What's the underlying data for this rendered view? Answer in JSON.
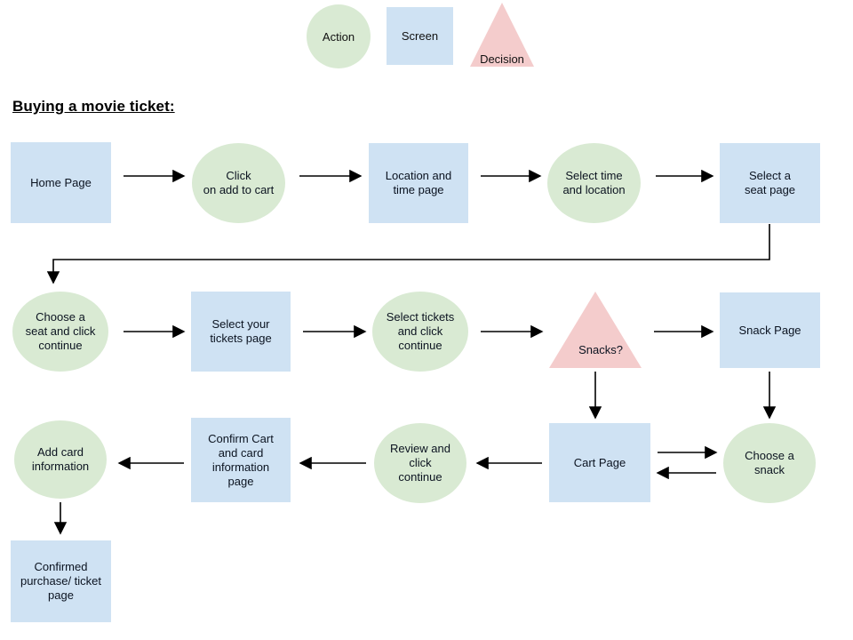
{
  "title": "Buying a movie ticket:",
  "colors": {
    "action": "#d9ead3",
    "screen": "#cfe2f3",
    "decision": "#f4cccc",
    "arrow": "#000000",
    "text": "#0b1320"
  },
  "legend": {
    "action_label": "Action",
    "screen_label": "Screen",
    "decision_label": "Decision"
  },
  "nodes": {
    "home_page": "Home Page",
    "click_add_to_cart": "Click\non add to cart",
    "location_time_page": "Location and\ntime page",
    "select_time_location": "Select time\nand location",
    "select_seat_page": "Select a\nseat page",
    "choose_seat_continue": "Choose a\nseat and click\ncontinue",
    "select_tickets_page": "Select your\ntickets page",
    "select_tickets_continue": "Select tickets\nand click\ncontinue",
    "snacks_decision": "Snacks?",
    "snack_page": "Snack Page",
    "choose_a_snack": "Choose a\nsnack",
    "cart_page": "Cart Page",
    "review_continue": "Review and\nclick\ncontinue",
    "confirm_cart_card_page": "Confirm Cart\nand card\ninformation\npage",
    "add_card_information": "Add card\ninformation",
    "confirmed_purchase_page": "Confirmed\npurchase/ ticket\npage"
  }
}
